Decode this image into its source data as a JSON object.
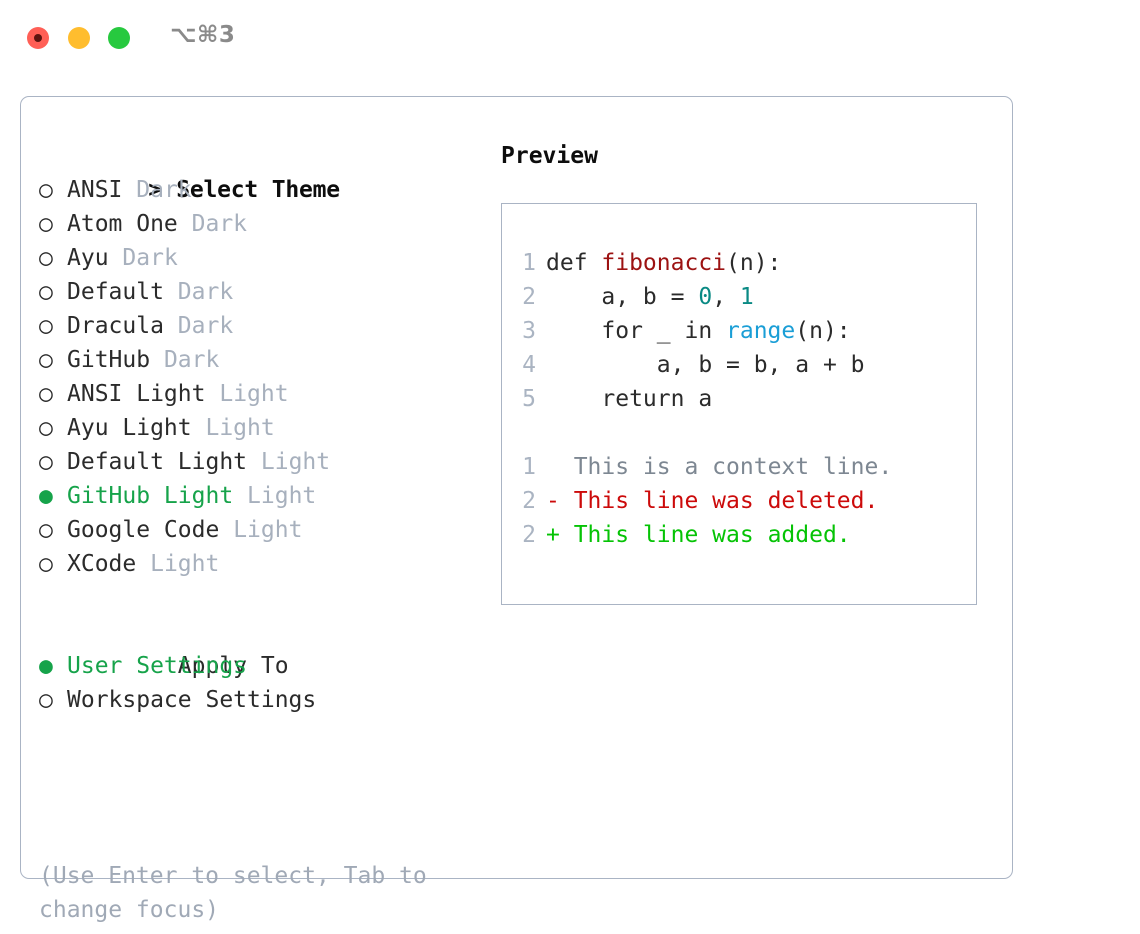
{
  "window": {
    "shortcut_label": "⌥⌘3",
    "traffic_lights": [
      "close",
      "minimize",
      "maximize"
    ]
  },
  "theme_picker": {
    "header": {
      "marker": ">",
      "label": "Select Theme"
    },
    "items": [
      {
        "marker": "○",
        "name": "ANSI",
        "tag": "Dark",
        "selected": false
      },
      {
        "marker": "○",
        "name": "Atom One",
        "tag": "Dark",
        "selected": false
      },
      {
        "marker": "○",
        "name": "Ayu",
        "tag": "Dark",
        "selected": false
      },
      {
        "marker": "○",
        "name": "Default",
        "tag": "Dark",
        "selected": false
      },
      {
        "marker": "○",
        "name": "Dracula",
        "tag": "Dark",
        "selected": false
      },
      {
        "marker": "○",
        "name": "GitHub",
        "tag": "Dark",
        "selected": false
      },
      {
        "marker": "○",
        "name": "ANSI Light",
        "tag": "Light",
        "selected": false
      },
      {
        "marker": "○",
        "name": "Ayu Light",
        "tag": "Light",
        "selected": false
      },
      {
        "marker": "○",
        "name": "Default Light",
        "tag": "Light",
        "selected": false
      },
      {
        "marker": "●",
        "name": "GitHub Light",
        "tag": "Light",
        "selected": true
      },
      {
        "marker": "○",
        "name": "Google Code",
        "tag": "Light",
        "selected": false
      },
      {
        "marker": "○",
        "name": "XCode",
        "tag": "Light",
        "selected": false
      }
    ]
  },
  "apply_to": {
    "header": {
      "marker": " ",
      "label": "Apply To"
    },
    "items": [
      {
        "marker": "●",
        "name": "User Settings",
        "selected": true
      },
      {
        "marker": "○",
        "name": "Workspace Settings",
        "selected": false
      }
    ]
  },
  "hint": "(Use Enter to select, Tab to change focus)",
  "preview": {
    "title": "Preview",
    "code_lines": [
      {
        "number": "1",
        "tokens": [
          {
            "text": "def ",
            "kind": "kw"
          },
          {
            "text": "fibonacci",
            "kind": "fn"
          },
          {
            "text": "(n):",
            "kind": "kw"
          }
        ]
      },
      {
        "number": "2",
        "tokens": [
          {
            "text": "    a, b = ",
            "kind": "kw"
          },
          {
            "text": "0",
            "kind": "num"
          },
          {
            "text": ", ",
            "kind": "kw"
          },
          {
            "text": "1",
            "kind": "num"
          }
        ]
      },
      {
        "number": "3",
        "tokens": [
          {
            "text": "    for _ in ",
            "kind": "kw"
          },
          {
            "text": "range",
            "kind": "bif"
          },
          {
            "text": "(n):",
            "kind": "kw"
          }
        ]
      },
      {
        "number": "4",
        "tokens": [
          {
            "text": "        a, b = b, a + b",
            "kind": "kw"
          }
        ]
      },
      {
        "number": "5",
        "tokens": [
          {
            "text": "    return a",
            "kind": "kw"
          }
        ]
      }
    ],
    "diff_lines": [
      {
        "number": "1",
        "sign": "  ",
        "text": "This is a context line.",
        "kind": "ctx"
      },
      {
        "number": "2",
        "sign": "- ",
        "text": "This line was deleted.",
        "kind": "del"
      },
      {
        "number": "2",
        "sign": "+ ",
        "text": "This line was added.",
        "kind": "add"
      }
    ]
  },
  "colors": {
    "panel_border": "#aab4c4",
    "selected_green": "#16a34a",
    "tag_gray": "#a7b0bd",
    "hint_gray": "#a0a9b6",
    "line_number": "#aab4c2",
    "syntax_function": "#9c1212",
    "syntax_number": "#0a8a84",
    "syntax_builtin": "#1a9ed6",
    "diff_added": "#05c305",
    "diff_deleted": "#cc0a0a",
    "diff_context": "#7d8792",
    "traffic_close": "#ff5f56",
    "traffic_min": "#ffbd2e",
    "traffic_max": "#27c93f"
  }
}
